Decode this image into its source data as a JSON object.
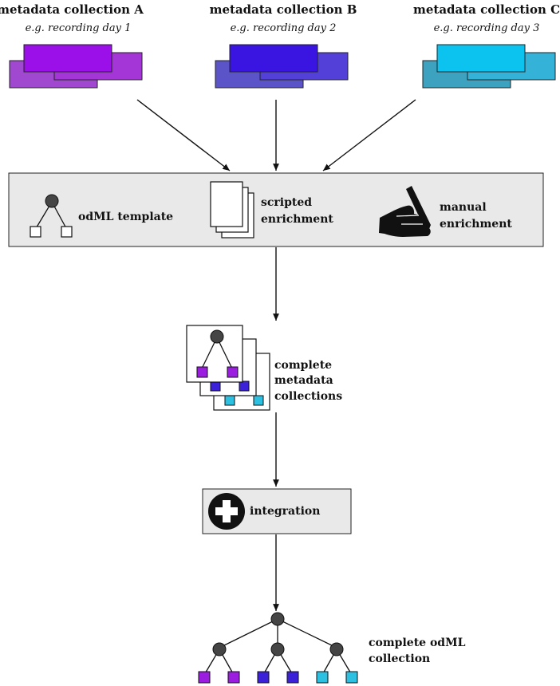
{
  "sources": [
    {
      "title": "metadata collection A",
      "subtitle": "e.g. recording day 1"
    },
    {
      "title": "metadata collection B",
      "subtitle": "e.g. recording day 2"
    },
    {
      "title": "metadata collection C",
      "subtitle": "e.g. recording day 3"
    }
  ],
  "colors": {
    "collection_a": "#9b1ee0",
    "collection_b": "#3b22d8",
    "collection_c": "#2ec0e0",
    "panel_fill": "#e9e9e9",
    "node_fill": "#454545"
  },
  "enrichment": {
    "template_label": "odML template",
    "scripted_label": [
      "scripted",
      "enrichment"
    ],
    "manual_label": [
      "manual",
      "enrichment"
    ]
  },
  "complete_collections": {
    "label": [
      "complete",
      "metadata",
      "collections"
    ]
  },
  "integration": {
    "label": "integration"
  },
  "final": {
    "label": [
      "complete odML",
      "collection"
    ]
  }
}
